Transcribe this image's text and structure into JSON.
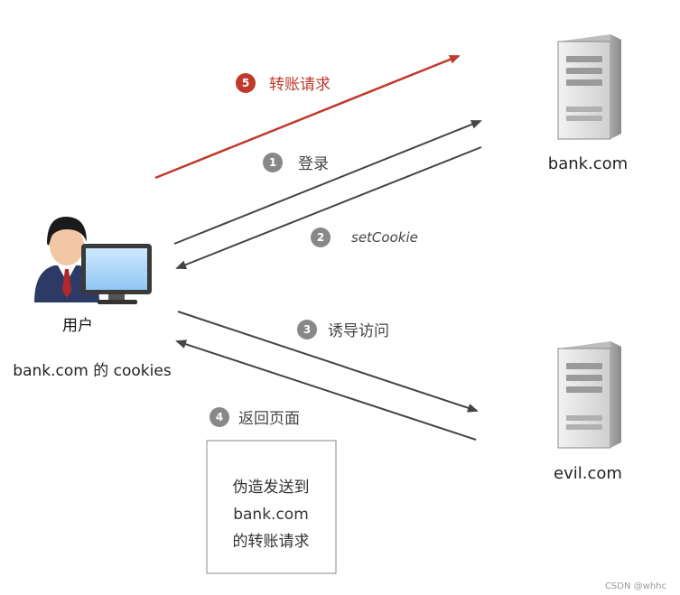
{
  "user": {
    "label": "用户",
    "cookies": "bank.com 的 cookies"
  },
  "servers": {
    "bank": "bank.com",
    "evil": "evil.com"
  },
  "steps": [
    {
      "num": "5",
      "text": "转账请求",
      "color": "#c0392b"
    },
    {
      "num": "1",
      "text": "登录",
      "color": "#888888"
    },
    {
      "num": "2",
      "text": "setCookie",
      "color": "#888888"
    },
    {
      "num": "3",
      "text": "诱导访问",
      "color": "#888888"
    },
    {
      "num": "4",
      "text": "返回页面",
      "color": "#888888"
    }
  ],
  "forged_box": {
    "lines": [
      "伪造发送到",
      "bank.com",
      "的转账请求"
    ]
  },
  "watermark": "CSDN @whhc",
  "colors": {
    "attack": "#c0392b",
    "arrow": "#444444"
  }
}
